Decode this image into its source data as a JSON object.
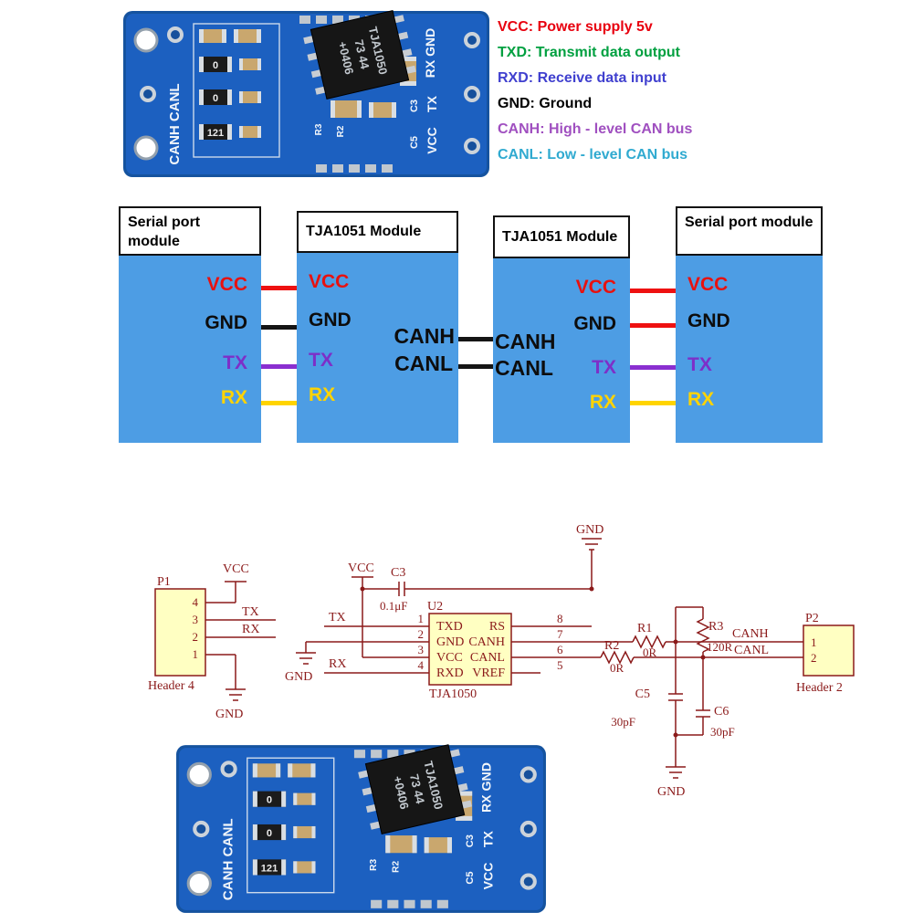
{
  "legend": {
    "items": [
      {
        "term": "VCC:",
        "desc": "Power supply 5v",
        "color": "#e8000f"
      },
      {
        "term": "TXD:",
        "desc": "Transmit data output",
        "color": "#00a040"
      },
      {
        "term": "RXD:",
        "desc": "Receive data input",
        "color": "#4040cf"
      },
      {
        "term": "GND:",
        "desc": "Ground",
        "color": "#000000"
      },
      {
        "term": "CANH:",
        "desc": "High - level CAN bus",
        "color": "#a050c0"
      },
      {
        "term": "CANL:",
        "desc": "Low - level CAN bus",
        "color": "#30aad0"
      }
    ]
  },
  "wiring": {
    "module1_title": "Serial port module",
    "module2_title": "TJA1051 Module",
    "module3_title": "TJA1051 Module",
    "module4_title": "Serial port module",
    "pin_vcc": "VCC",
    "pin_gnd": "GND",
    "pin_tx": "TX",
    "pin_rx": "RX",
    "bus_canh": "CANH",
    "bus_canl": "CANL",
    "colors": {
      "module_fill": "#4d9de4",
      "vcc_wire": "#ee1111",
      "gnd_wire_left": "#151515",
      "gnd_wire_right": "#ee1111",
      "tx_wire": "#8a2fd0",
      "rx_wire": "#ffd400",
      "bus_wire": "#151515"
    }
  },
  "pcb": {
    "side_label": "CANH CANL",
    "label_rx_gnd": "RX GND",
    "label_tx": "TX",
    "label_vcc": "VCC",
    "chip_line1": "TJA1050",
    "chip_line2": "73 44",
    "chip_line3": "+0406",
    "res_a": "0",
    "res_b": "0",
    "res_c": "121",
    "silk_c3": "C3",
    "silk_c5": "C5",
    "silk_r2": "R2",
    "silk_r3": "R3"
  },
  "schematic": {
    "p1_ref": "P1",
    "p1_type": "Header 4",
    "p1_pin4": "4",
    "p1_pin3": "3",
    "p1_pin2": "2",
    "p1_pin1": "1",
    "p2_ref": "P2",
    "p2_type": "Header 2",
    "p2_pin1": "1",
    "p2_pin2": "2",
    "u2_ref": "U2",
    "u2_part": "TJA1050",
    "u2_txd": "TXD",
    "u2_gnd": "GND",
    "u2_vcc": "VCC",
    "u2_rxd": "RXD",
    "u2_rs": "RS",
    "u2_canh": "CANH",
    "u2_canl": "CANL",
    "u2_vref": "VREF",
    "n1": "1",
    "n2": "2",
    "n3": "3",
    "n4": "4",
    "n5": "5",
    "n6": "6",
    "n7": "7",
    "n8": "8",
    "c3_ref": "C3",
    "c3_val": "0.1μF",
    "c5_ref": "C5",
    "c5_val": "30pF",
    "c6_ref": "C6",
    "c6_val": "30pF",
    "r1_ref": "R1",
    "r1_val": "0R",
    "r2_ref": "R2",
    "r2_val": "0R",
    "r3_ref": "R3",
    "r3_val": "120R",
    "net_vcc": "VCC",
    "net_gnd": "GND",
    "net_tx": "TX",
    "net_rx": "RX",
    "net_canh": "CANH",
    "net_canl": "CANL"
  }
}
